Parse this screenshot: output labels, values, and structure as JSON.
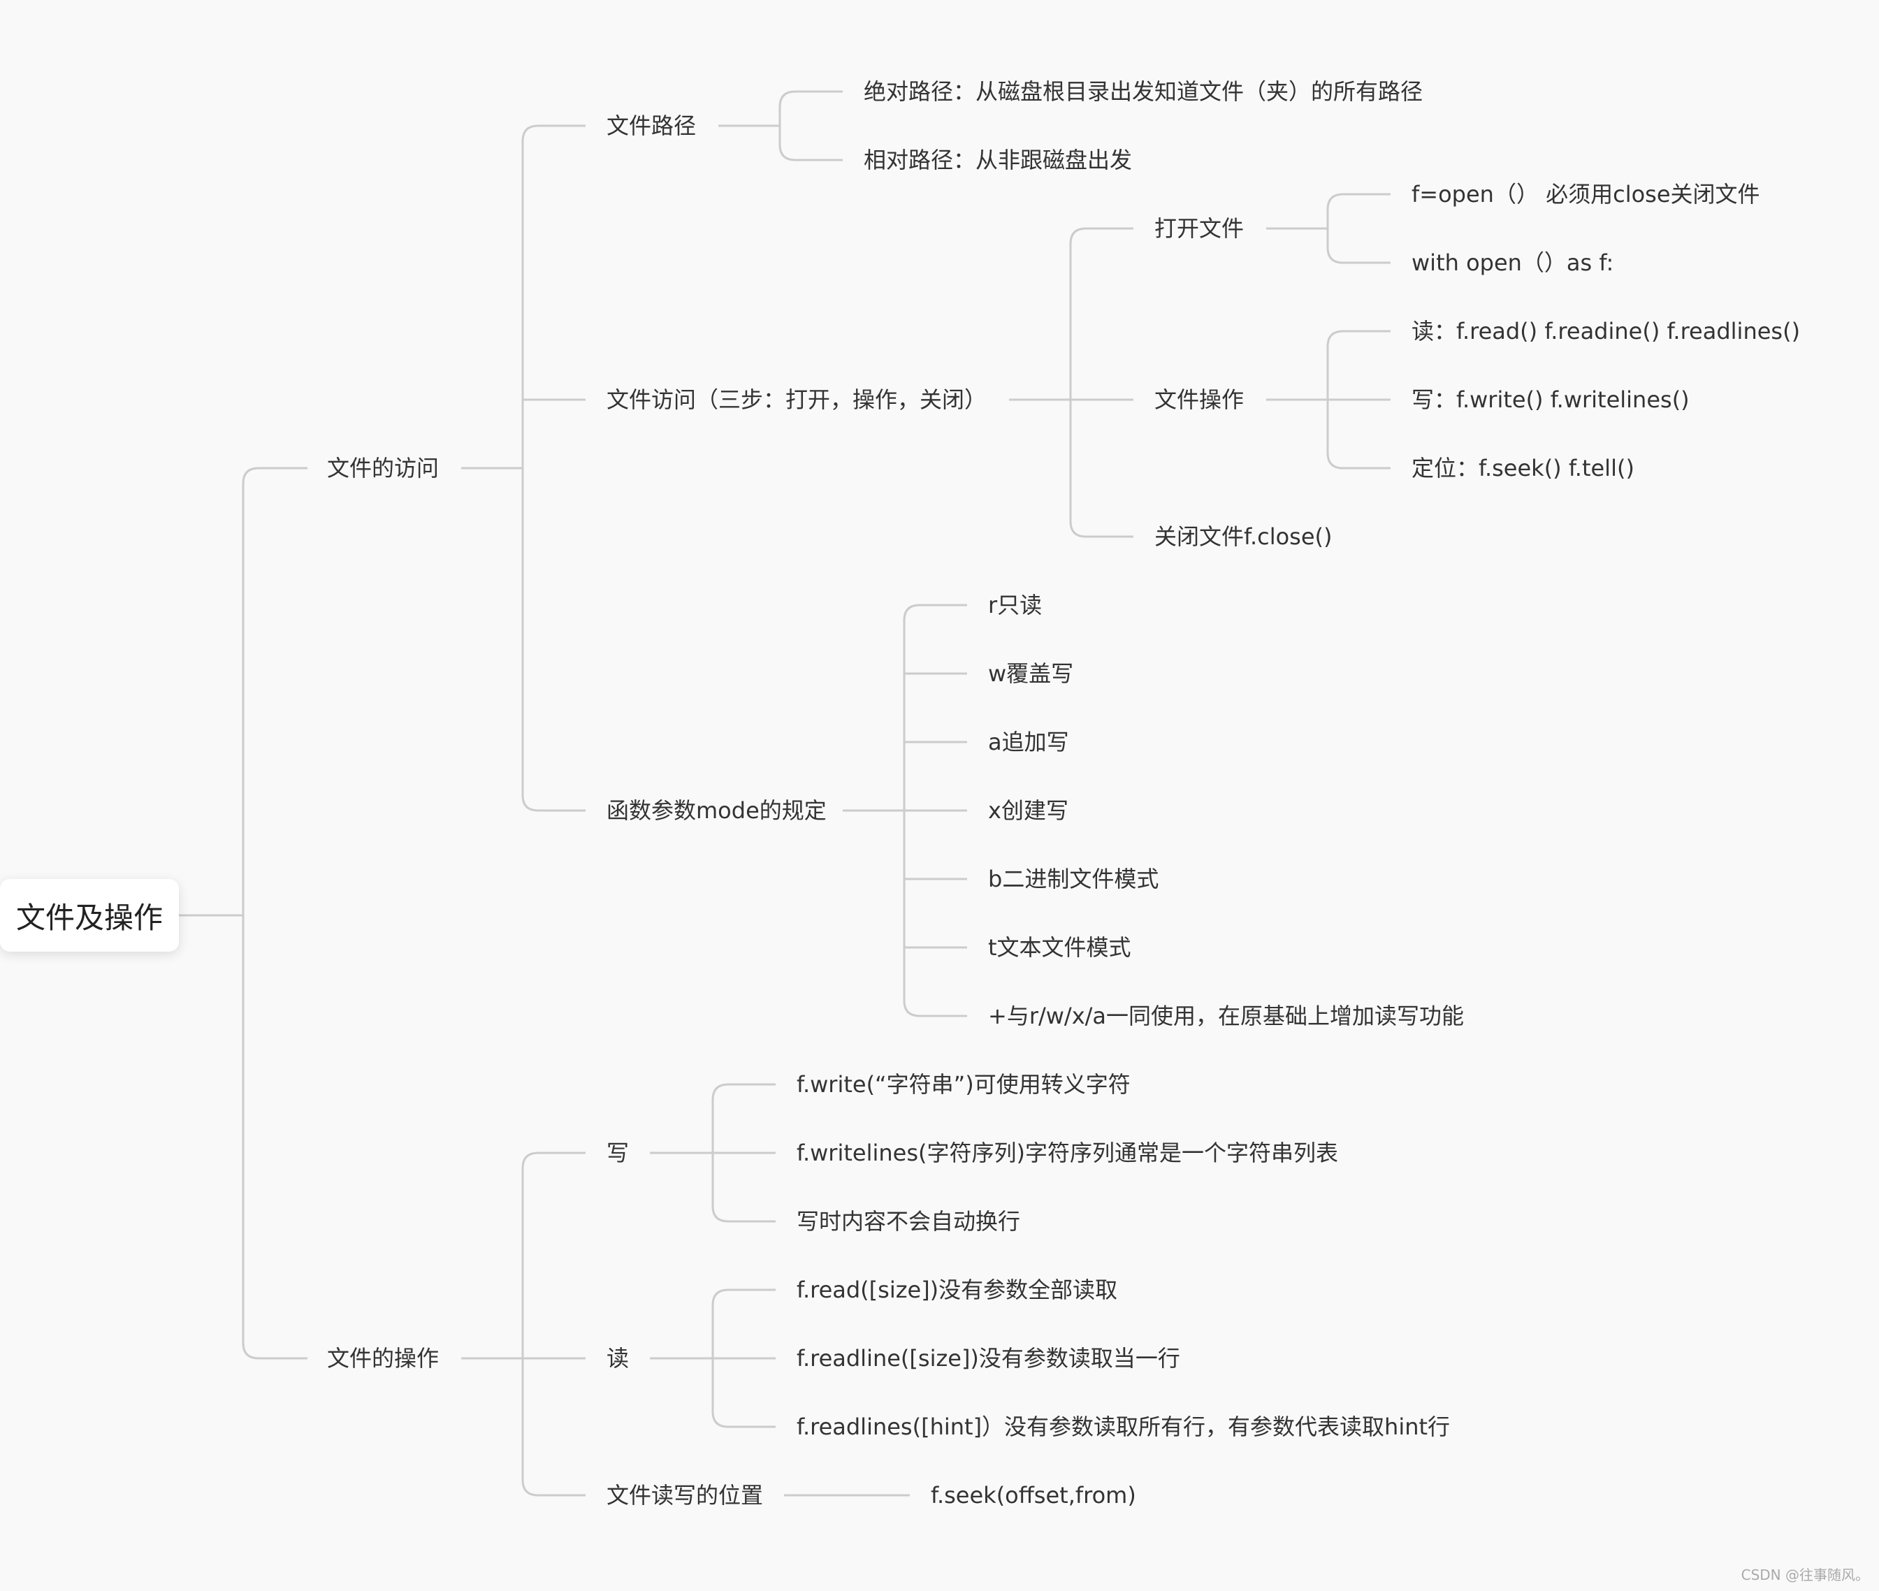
{
  "root": "文件及操作",
  "access": {
    "label": "文件的访问",
    "path": {
      "label": "文件路径",
      "absolute": "绝对路径：从磁盘根目录出发知道文件（夹）的所有路径",
      "relative": "相对路径：从非跟磁盘出发"
    },
    "visit": {
      "label": "文件访问（三步：打开，操作，关闭）",
      "open": {
        "label": "打开文件",
        "item1": "f=open（）   必须用close关闭文件",
        "item2": "with open（）as f:"
      },
      "ops": {
        "label": "文件操作",
        "read": "读：f.read()    f.readine()    f.readlines()",
        "write": "写：f.write()   f.writelines()",
        "seek": "定位：f.seek()    f.tell()"
      },
      "close": "关闭文件f.close()"
    },
    "mode": {
      "label": "函数参数mode的规定",
      "r": "r只读",
      "w": "w覆盖写",
      "a": "a追加写",
      "x": "x创建写",
      "b": "b二进制文件模式",
      "t": "t文本文件模式",
      "plus": "+与r/w/x/a一同使用，在原基础上增加读写功能"
    }
  },
  "operate": {
    "label": "文件的操作",
    "write": {
      "label": "写",
      "item1": "f.write(“字符串”)可使用转义字符",
      "item2": "f.writelines(字符序列)字符序列通常是一个字符串列表",
      "item3": "写时内容不会自动换行"
    },
    "read": {
      "label": "读",
      "item1": "f.read([size])没有参数全部读取",
      "item2": "f.readline([size])没有参数读取当一行",
      "item3": "f.readlines([hint]）没有参数读取所有行，有参数代表读取hint行"
    },
    "position": {
      "label": "文件读写的位置",
      "item1": "f.seek(offset,from)"
    }
  },
  "watermark": "CSDN @往事随风。"
}
